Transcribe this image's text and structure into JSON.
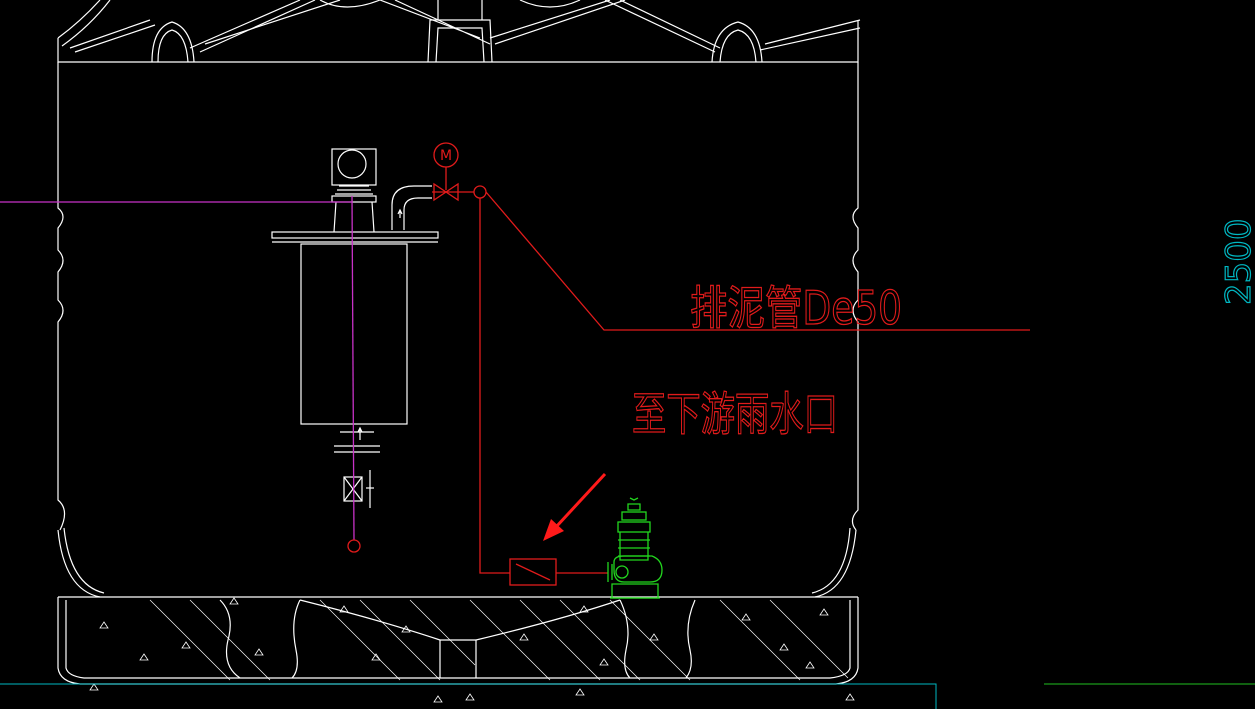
{
  "labels": {
    "sludge_pipe": "排泥管De50",
    "to_outlet": "至下游雨水口",
    "motor_symbol": "M",
    "dimension": "2500"
  },
  "colors": {
    "background": "#000000",
    "structure": "#ffffff",
    "pipe_red": "#e01b1b",
    "purple_line": "#c832c8",
    "pump_green": "#22d61e",
    "ground_cyan": "#00b7c2",
    "ground_green": "#1fbf1f",
    "arrow_red": "#ff1a1a"
  },
  "components": [
    {
      "name": "submersible-pump",
      "icon": "pump-icon"
    },
    {
      "name": "motorized-valve",
      "icon": "motor-valve-icon"
    },
    {
      "name": "gate-valve",
      "icon": "valve-icon"
    },
    {
      "name": "flow-meter",
      "icon": "meter-icon"
    },
    {
      "name": "filter-tank",
      "icon": "tank-icon"
    }
  ]
}
